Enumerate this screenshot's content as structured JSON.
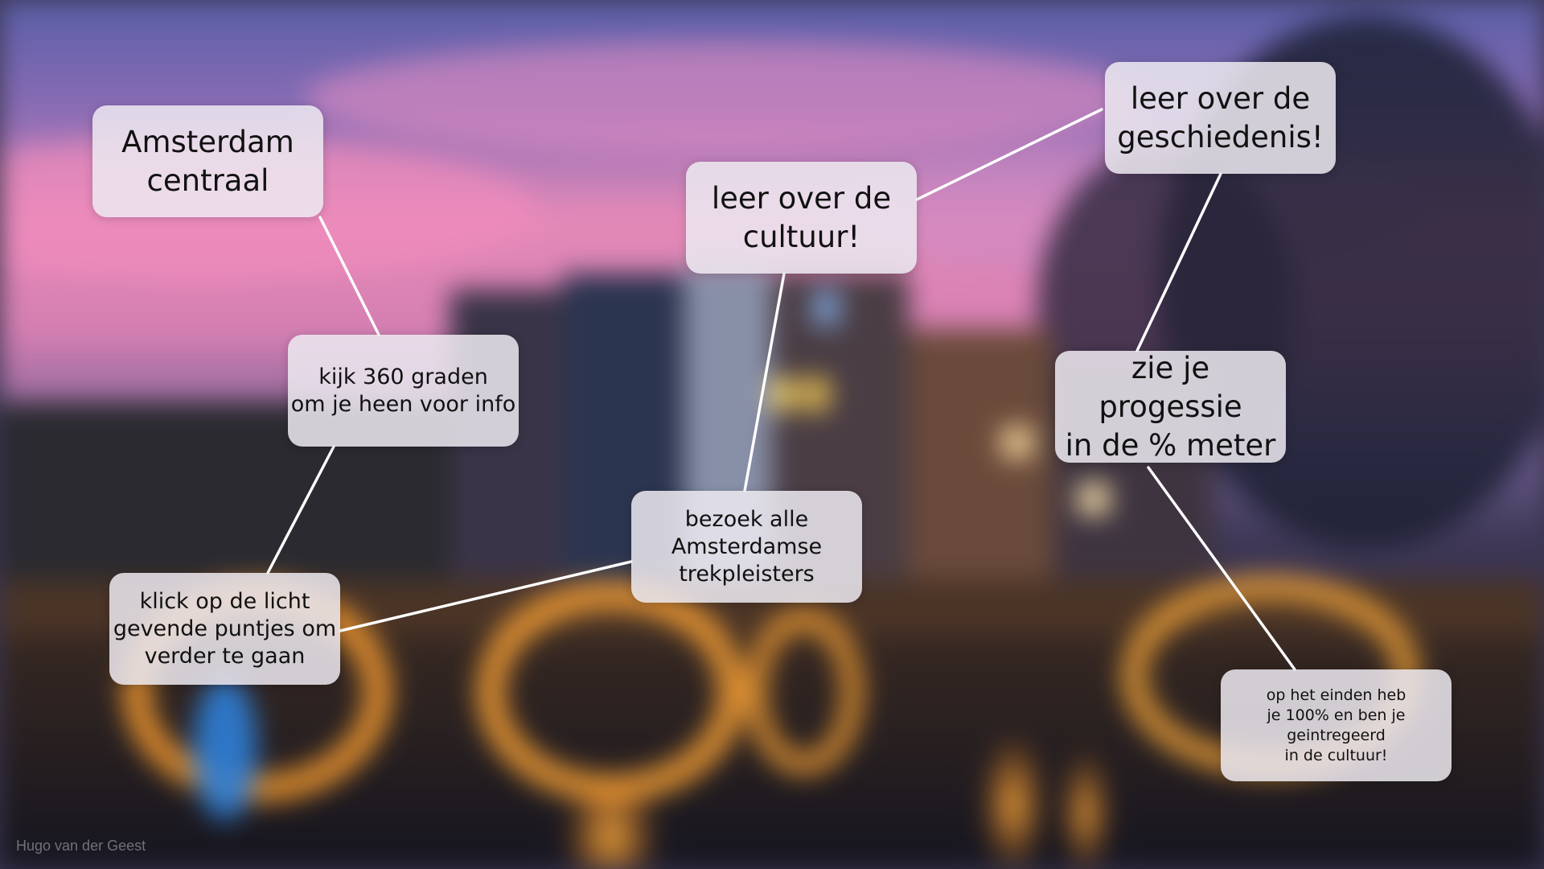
{
  "nodes": {
    "amsterdam_centraal": "Amsterdam\ncentraal",
    "geschiedenis": "leer over de\ngeschiedenis!",
    "cultuur": "leer over de\ncultuur!",
    "kijk_360": "kijk 360 graden\nom je heen voor info",
    "progessie": "zie je progessie\nin de % meter",
    "bezoek": "bezoek alle\nAmsterdamse\ntrekpleisters",
    "klick": "klick op de licht\ngevende puntjes om\nverder te gaan",
    "einden": "op het einden heb\nje 100% en ben je geintregeerd\nin de cultuur!"
  },
  "credit": "Hugo van der Geest",
  "colors": {
    "node_fill": "#ece9f0",
    "connector": "#ffffff",
    "text": "#111111"
  }
}
